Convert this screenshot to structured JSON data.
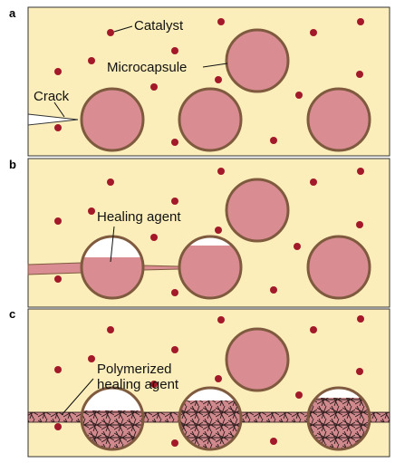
{
  "figure": {
    "panels": [
      {
        "letter": "a",
        "labels": {
          "catalyst": "Catalyst",
          "microcapsule": "Microcapsule",
          "crack": "Crack"
        }
      },
      {
        "letter": "b",
        "labels": {
          "healing_agent": "Healing agent"
        }
      },
      {
        "letter": "c",
        "labels": {
          "polymerized_line1": "Polymerized",
          "polymerized_line2": "healing agent"
        }
      }
    ],
    "colors": {
      "matrix": "#fbeebb",
      "capsule_fill": "#d98d92",
      "capsule_edge": "#7f5a3e",
      "catalyst": "#a3192a",
      "crack_fill": "#d98d92",
      "void": "#ffffff",
      "polymer_lines": "#2a1a1a"
    },
    "states": {
      "panel_a": "crack approaching, capsules intact",
      "panel_b": "crack ruptures capsules, healing agent released",
      "panel_c": "healing agent polymerized in crack"
    }
  }
}
